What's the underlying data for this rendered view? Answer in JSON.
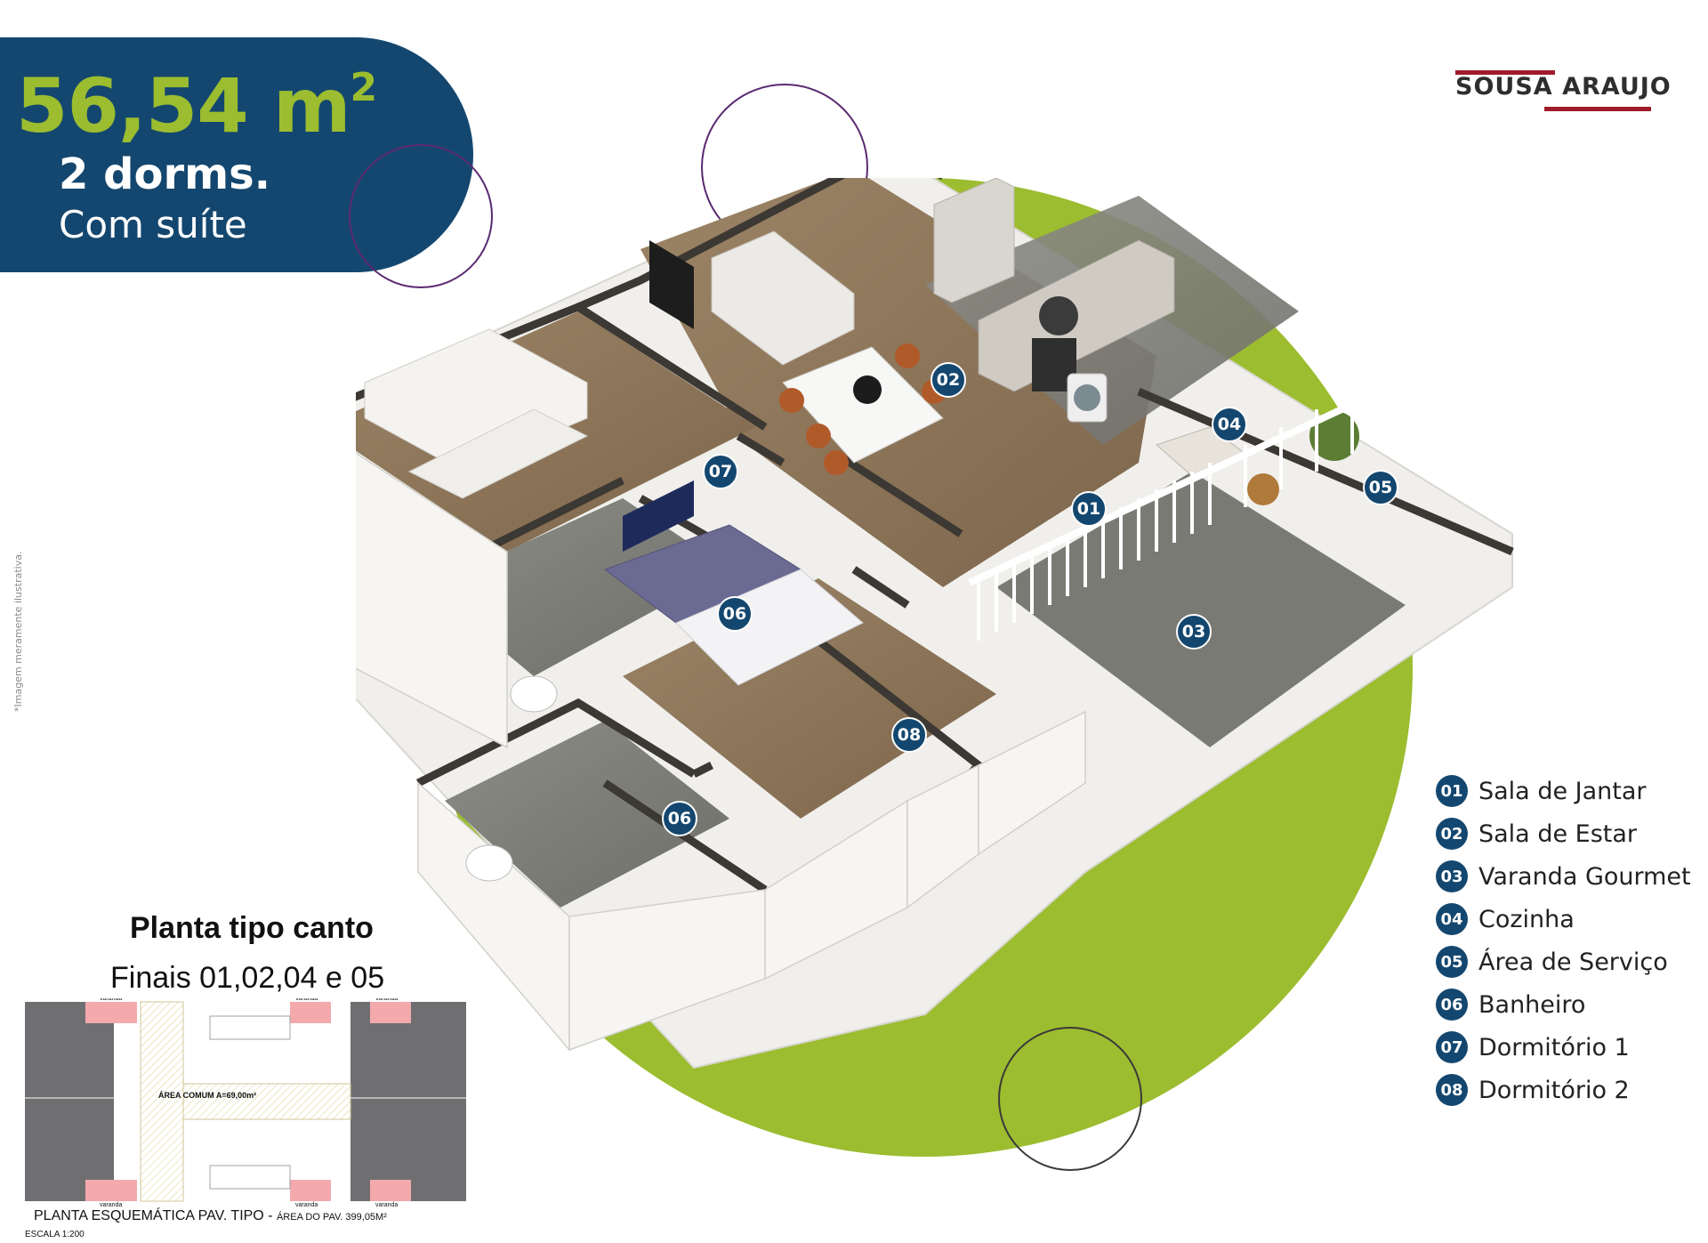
{
  "header": {
    "area_value": "56,54 m",
    "area_exponent": "2",
    "bedrooms": "2 dorms.",
    "suite": "Com suíte"
  },
  "brand": {
    "logo_text": "SOUSA ARAUJO",
    "primary_color": "#14476f",
    "accent_color": "#9bbd2f",
    "logo_color": "#9e1b2a"
  },
  "disclaimer": "*Imagem meramente ilustrativa.",
  "markers": {
    "m01": "01",
    "m02": "02",
    "m03": "03",
    "m04": "04",
    "m05": "05",
    "m06a": "06",
    "m06b": "06",
    "m07": "07",
    "m08": "08"
  },
  "legend": [
    {
      "num": "01",
      "label": "Sala de Jantar"
    },
    {
      "num": "02",
      "label": "Sala de Estar"
    },
    {
      "num": "03",
      "label": "Varanda Gourmet"
    },
    {
      "num": "04",
      "label": "Cozinha"
    },
    {
      "num": "05",
      "label": "Área de Serviço"
    },
    {
      "num": "06",
      "label": "Banheiro"
    },
    {
      "num": "07",
      "label": "Dormitório 1"
    },
    {
      "num": "08",
      "label": "Dormitório 2"
    }
  ],
  "caption": {
    "title": "Planta tipo canto",
    "subtitle": "Finais 01,02,04 e 05"
  },
  "schematic": {
    "title": "PLANTA ESQUEMÁTICA PAV. TIPO - ",
    "area_note": "ÁREA DO PAV. 399,05M²",
    "scale": "ESCALA 1:200",
    "common_area": "ÁREA COMUM A=69,00m²",
    "balcony_label": "varanda"
  }
}
